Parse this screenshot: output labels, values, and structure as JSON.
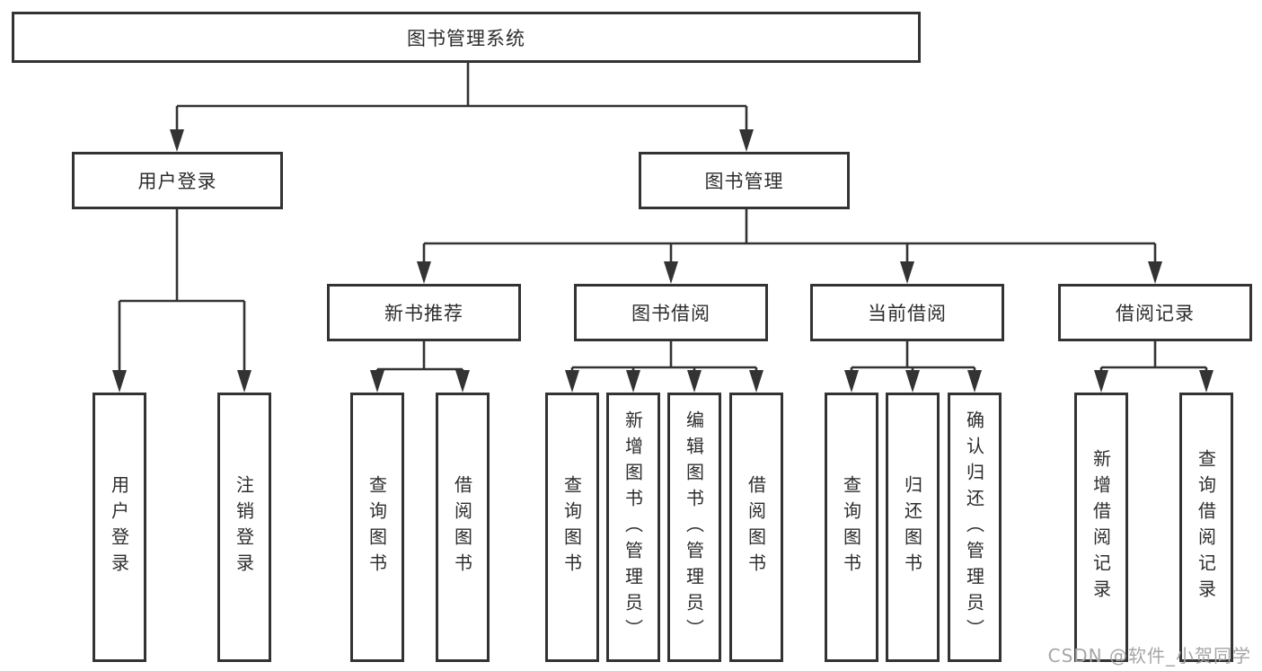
{
  "page": {
    "watermark": "CSDN @软件_小贺同学"
  },
  "colors": {
    "line": "#333333",
    "text": "#2d2d2d",
    "watermark": "#a6a6a6",
    "background": "#ffffff"
  },
  "tree": {
    "root": {
      "label": "图书管理系统"
    },
    "level2": [
      {
        "id": "user-login",
        "label": "用户登录"
      },
      {
        "id": "book-management",
        "label": "图书管理"
      }
    ],
    "level3": [
      {
        "id": "new-book-recommend",
        "parent": "图书管理",
        "label": "新书推荐"
      },
      {
        "id": "book-borrow",
        "parent": "图书管理",
        "label": "图书借阅"
      },
      {
        "id": "current-borrow",
        "parent": "图书管理",
        "label": "当前借阅"
      },
      {
        "id": "borrow-records",
        "parent": "图书管理",
        "label": "借阅记录"
      }
    ],
    "leaves": [
      {
        "parent": "用户登录",
        "label": "用户登录"
      },
      {
        "parent": "用户登录",
        "label": "注销登录"
      },
      {
        "parent": "新书推荐",
        "label": "查询图书"
      },
      {
        "parent": "新书推荐",
        "label": "借阅图书"
      },
      {
        "parent": "图书借阅",
        "label": "查询图书"
      },
      {
        "parent": "图书借阅",
        "label": "新增图书（管理员）"
      },
      {
        "parent": "图书借阅",
        "label": "编辑图书（管理员）"
      },
      {
        "parent": "图书借阅",
        "label": "借阅图书"
      },
      {
        "parent": "当前借阅",
        "label": "查询图书"
      },
      {
        "parent": "当前借阅",
        "label": "归还图书"
      },
      {
        "parent": "当前借阅",
        "label": "确认归还（管理员）"
      },
      {
        "parent": "借阅记录",
        "label": "新增借阅记录"
      },
      {
        "parent": "借阅记录",
        "label": "查询借阅记录"
      }
    ]
  }
}
